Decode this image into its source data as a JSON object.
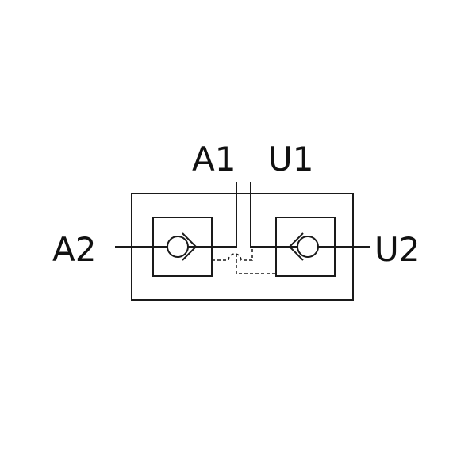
{
  "diagram": {
    "ports": {
      "a1": "A1",
      "u1": "U1",
      "a2": "A2",
      "u2": "U2"
    },
    "colors": {
      "line": "#1a1a1a",
      "background": "#ffffff"
    },
    "symbols": {
      "left_valve": "check-valve-icon",
      "right_valve": "check-valve-icon"
    }
  }
}
